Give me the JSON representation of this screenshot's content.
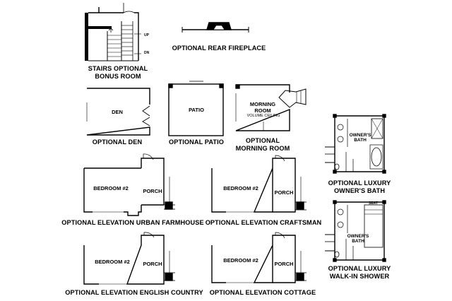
{
  "stairs": {
    "caption_1": "STAIRS OPTIONAL",
    "caption_2": "BONUS ROOM",
    "up_label": "UP",
    "dn_label": "DN"
  },
  "fireplace": {
    "caption": "OPTIONAL REAR FIREPLACE"
  },
  "den": {
    "room": "DEN",
    "caption": "OPTIONAL DEN"
  },
  "patio": {
    "room": "PATIO",
    "caption": "OPTIONAL PATIO"
  },
  "morning_room": {
    "room_1": "MORNING",
    "room_2": "ROOM",
    "note": "VOLUME CEILING",
    "caption_1": "OPTIONAL",
    "caption_2": "MORNING ROOM"
  },
  "owners_bath": {
    "room_1": "OWNER'S",
    "room_2": "BATH",
    "caption_1": "OPTIONAL LUXURY",
    "caption_2": "OWNER'S BATH"
  },
  "walk_in_shower": {
    "room_1": "OWNER'S",
    "room_2": "BATH",
    "seat_label": "SEAT",
    "caption_1": "OPTIONAL LUXURY",
    "caption_2": "WALK-IN SHOWER"
  },
  "elevations": [
    {
      "bedroom": "BEDROOM #2",
      "porch": "PORCH",
      "caption": "OPTIONAL ELEVATION URBAN FARMHOUSE"
    },
    {
      "bedroom": "BEDROOM #2",
      "porch": "PORCH",
      "caption": "OPTIONAL ELEVATION CRAFTSMAN"
    },
    {
      "bedroom": "BEDROOM #2",
      "porch": "PORCH",
      "caption": "OPTIONAL ELEVATION ENGLISH COUNTRY"
    },
    {
      "bedroom": "BEDROOM #2",
      "porch": "PORCH",
      "caption": "OPTIONAL ELEVATION COTTAGE"
    }
  ]
}
